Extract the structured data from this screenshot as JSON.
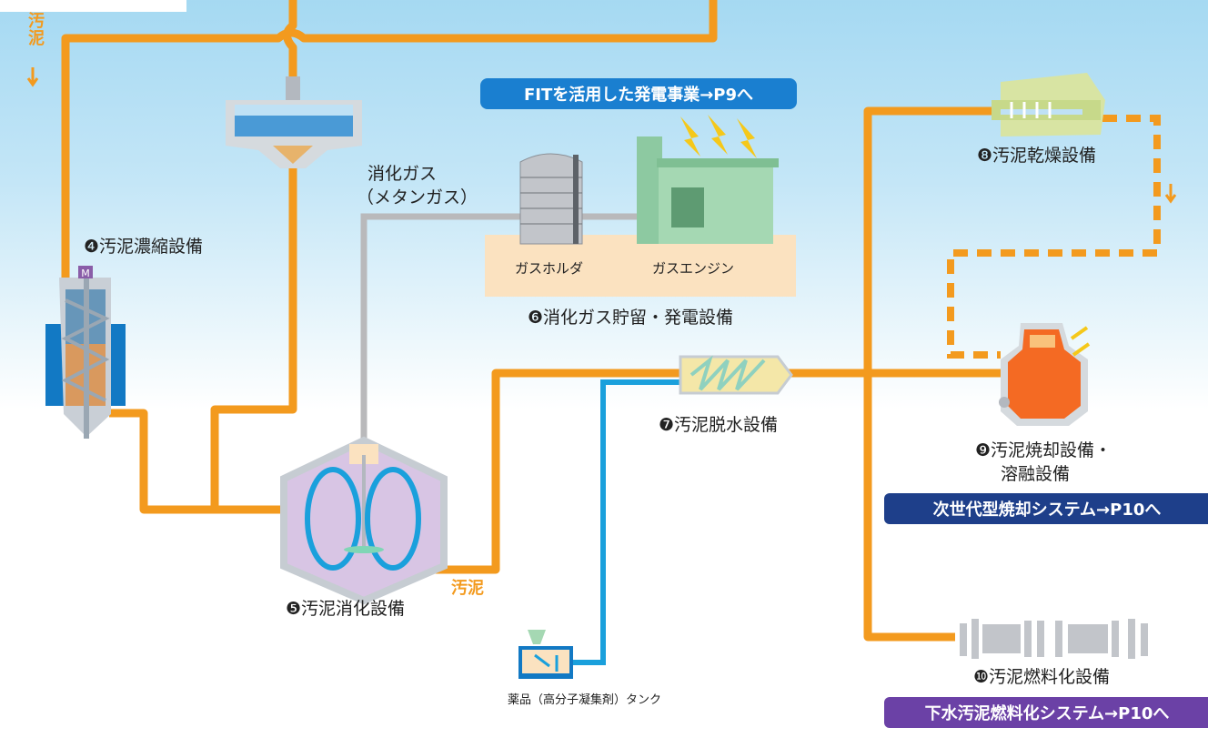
{
  "labels": {
    "sludge_vertical": "汚泥",
    "digestion_gas_line1": "消化ガス",
    "digestion_gas_line2": "（メタンガス）",
    "thickening": "❹汚泥濃縮設備",
    "gas_holder": "ガスホルダ",
    "gas_engine": "ガスエンジン",
    "gas_storage_power": "❻消化ガス貯留・発電設備",
    "dewatering": "❼汚泥脱水設備",
    "drying": "❽汚泥乾燥設備",
    "incineration_line1": "❾汚泥焼却設備・",
    "incineration_line2": "溶融設備",
    "digestion": "❺汚泥消化設備",
    "sludge_orange": "汚泥",
    "chemical_tank": "薬品（高分子凝集剤）タンク",
    "fuel": "❿汚泥燃料化設備",
    "motor_letter": "M"
  },
  "banners": {
    "fit": "FITを活用した発電事業→P9へ",
    "next_gen": "次世代型焼却システム→P10へ",
    "fuel_system": "下水汚泥燃料化システム→P10へ"
  },
  "colors": {
    "sludge_pipe": "#f39a1e",
    "gas_pipe": "#b9b9bb",
    "chemical_pipe": "#1aa0dc",
    "fit_banner": "#1a7fd0",
    "next_gen_banner": "#1e3f8a",
    "fuel_banner": "#6b41a6"
  }
}
